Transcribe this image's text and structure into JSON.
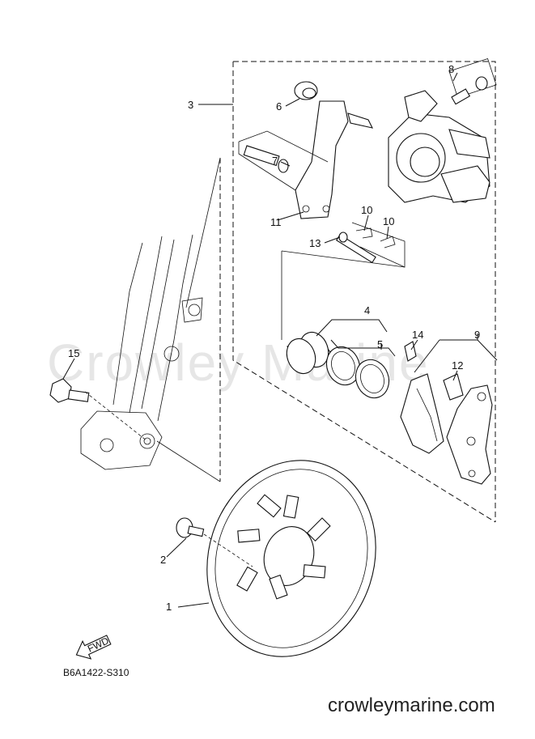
{
  "watermark": "Crowley Marine",
  "diagram_code": "B6A1422-S310",
  "fwd_label": "FWD",
  "footer_url": "crowleymarine.com",
  "callouts": {
    "c1": "1",
    "c2": "2",
    "c3": "3",
    "c4": "4",
    "c5": "5",
    "c6": "6",
    "c7": "7",
    "c8": "8",
    "c9": "9",
    "c10a": "10",
    "c10b": "10",
    "c11": "11",
    "c12": "12",
    "c13": "13",
    "c14": "14",
    "c15": "15"
  }
}
